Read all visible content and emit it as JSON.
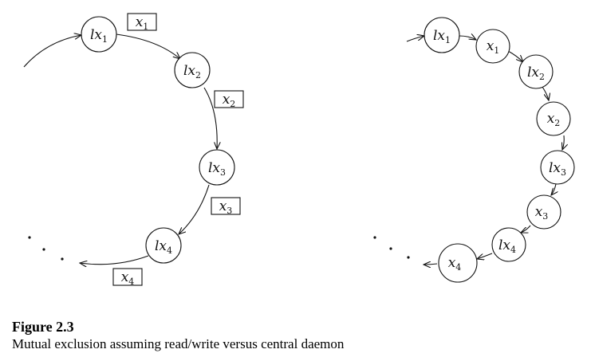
{
  "left_diagram": {
    "nodes": [
      {
        "var": "lx",
        "sub": "1"
      },
      {
        "var": "lx",
        "sub": "2"
      },
      {
        "var": "lx",
        "sub": "3"
      },
      {
        "var": "lx",
        "sub": "4"
      }
    ],
    "boxes": [
      {
        "var": "x",
        "sub": "1"
      },
      {
        "var": "x",
        "sub": "2"
      },
      {
        "var": "x",
        "sub": "3"
      },
      {
        "var": "x",
        "sub": "4"
      }
    ]
  },
  "right_diagram": {
    "nodes": [
      {
        "var": "lx",
        "sub": "1"
      },
      {
        "var": "x",
        "sub": "1"
      },
      {
        "var": "lx",
        "sub": "2"
      },
      {
        "var": "x",
        "sub": "2"
      },
      {
        "var": "lx",
        "sub": "3"
      },
      {
        "var": "x",
        "sub": "3"
      },
      {
        "var": "lx",
        "sub": "4"
      },
      {
        "var": "x",
        "sub": "4"
      }
    ]
  },
  "caption": {
    "title": "Figure 2.3",
    "text": "Mutual exclusion assuming read/write versus central daemon"
  }
}
